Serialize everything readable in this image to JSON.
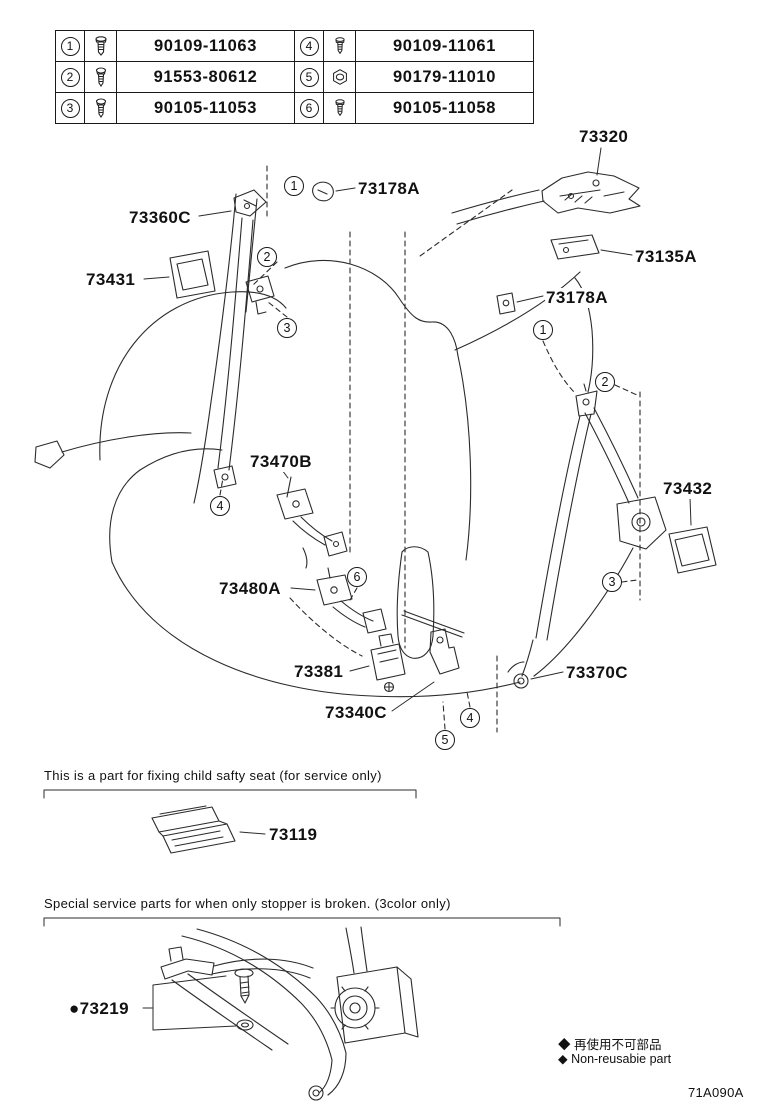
{
  "table": {
    "rows": [
      {
        "left_num": "1",
        "left_icon": "bolt-icon",
        "left_part": "90109-11063",
        "right_num": "4",
        "right_icon": "bolt-icon",
        "right_part": "90109-11061"
      },
      {
        "left_num": "2",
        "left_icon": "screw-icon",
        "left_part": "91553-80612",
        "right_num": "5",
        "right_icon": "nut-icon",
        "right_part": "90179-11010"
      },
      {
        "left_num": "3",
        "left_icon": "screw-icon",
        "left_part": "90105-11053",
        "right_num": "6",
        "right_icon": "screw-icon",
        "right_part": "90105-11058"
      }
    ]
  },
  "parts": {
    "p73320": "73320",
    "p73178a_top": "73178A",
    "p73360c": "73360C",
    "p73431": "73431",
    "p73135a": "73135A",
    "p73178a_mid": "73178A",
    "p73470b": "73470B",
    "p73432": "73432",
    "p73480a": "73480A",
    "p73381": "73381",
    "p73370c": "73370C",
    "p73340c": "73340C",
    "p73119": "73119",
    "p73219": "●73219"
  },
  "callouts": [
    "1",
    "2",
    "3",
    "1",
    "2",
    "4",
    "6",
    "3",
    "4",
    "5"
  ],
  "notes": {
    "child_seat": "This is a part for fixing child safty seat (for service only)",
    "special_service": "Special service parts for when only stopper is broken. (3color only)"
  },
  "legend": {
    "non_reusable_jp": "◆ 再使用不可部品",
    "non_reusable_en": "◆ Non-reusabie part"
  },
  "diagram_code": "71A090A"
}
